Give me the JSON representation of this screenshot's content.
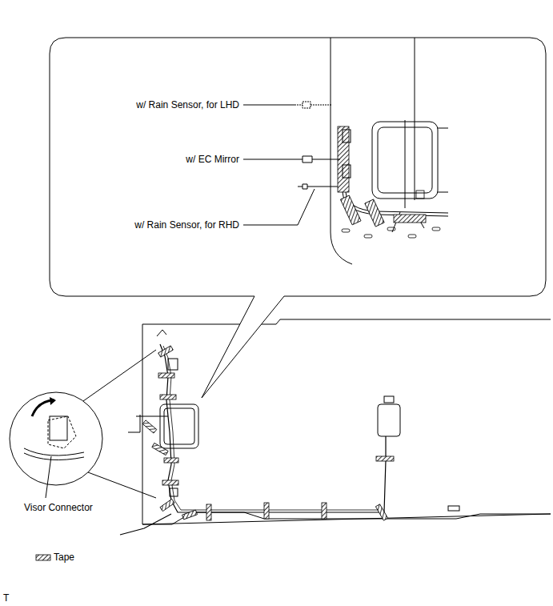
{
  "diagram": {
    "nodes": [
      {
        "text": [
          "w/ Rain Sensor, for LHD",
          "w/ EC Mirror",
          "w/ Rain Sensor, for RHD"
        ]
      }
    ],
    "labels": [
      "Visor Connector",
      "T"
    ],
    "legend": [
      {
        "text": "Tape"
      }
    ]
  }
}
